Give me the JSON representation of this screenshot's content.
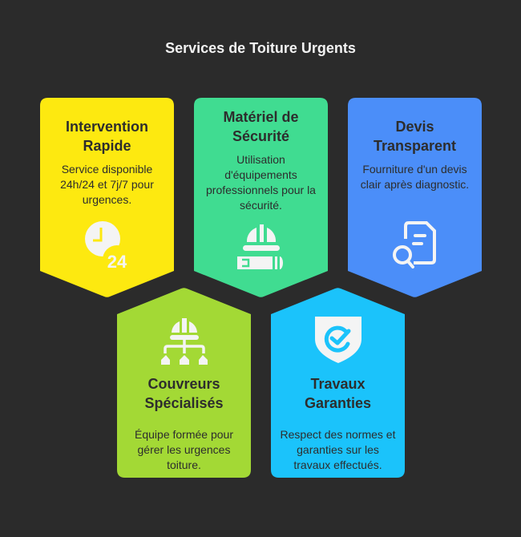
{
  "title": "Services de Toiture Urgents",
  "cards": [
    {
      "title_1": "Intervention",
      "title_2": "Rapide",
      "desc": "Service disponible 24h/24 et 7j/7 pour urgences.",
      "color": "#FDE910",
      "icon": "clock-24-icon",
      "icon_text": "24"
    },
    {
      "title_1": "Matériel de",
      "title_2": "Sécurité",
      "desc": "Utilisation d'équipements professionnels pour la sécurité.",
      "color": "#40DC91",
      "icon": "helmet-safety-icon"
    },
    {
      "title_1": "Devis",
      "title_2": "Transparent",
      "desc": "Fourniture d'un devis clair après diagnostic.",
      "color": "#4B8EF9",
      "icon": "document-search-icon"
    },
    {
      "title_1": "Couvreurs",
      "title_2": "Spécialisés",
      "desc": "Équipe formée pour gérer les urgences toiture.",
      "color": "#A3D935",
      "icon": "team-hierarchy-icon"
    },
    {
      "title_1": "Travaux",
      "title_2": "Garanties",
      "desc": "Respect des normes et garanties sur les travaux effectués.",
      "color": "#1BC3FB",
      "icon": "shield-check-icon"
    }
  ]
}
